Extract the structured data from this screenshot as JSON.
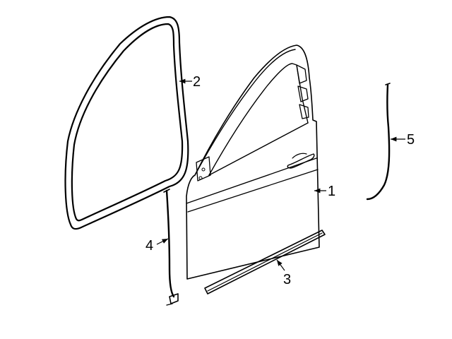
{
  "diagram": {
    "colors": {
      "line": "#000000",
      "background": "#ffffff"
    },
    "callouts": [
      {
        "id": "1",
        "label": "1",
        "part": "door-shell"
      },
      {
        "id": "2",
        "label": "2",
        "part": "door-opening-weatherstrip"
      },
      {
        "id": "3",
        "label": "3",
        "part": "lower-door-molding"
      },
      {
        "id": "4",
        "label": "4",
        "part": "front-edge-seal"
      },
      {
        "id": "5",
        "label": "5",
        "part": "rear-edge-seal"
      }
    ]
  }
}
